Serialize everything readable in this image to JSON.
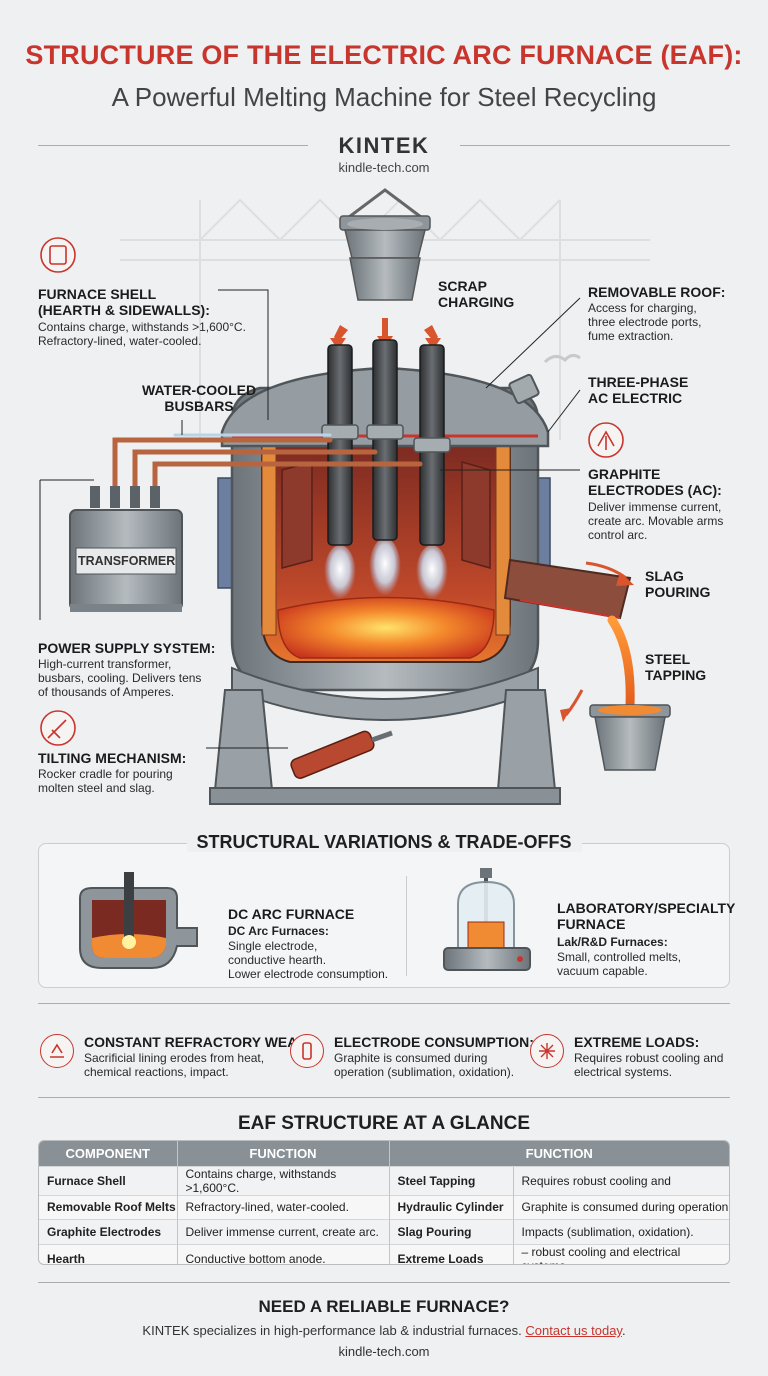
{
  "header": {
    "title": "STRUCTURE OF THE ELECTRIC ARC FURNACE (EAF):",
    "subtitle": "A Powerful Melting Machine for Steel Recycling",
    "brand": "KINTEK",
    "brand_url": "kindle-tech.com"
  },
  "labels": {
    "furnace_shell_title_1": "FURNACE SHELL",
    "furnace_shell_title_2": "(HEARTH & SIDEWALLS):",
    "furnace_shell_text_1": "Contains charge, withstands >1,600°C.",
    "furnace_shell_text_2": "Refractory-lined, water-cooled.",
    "busbars_1": "WATER-COOLED",
    "busbars_2": "BUSBARS",
    "transformer": "TRANSFORMER",
    "power_title": "POWER SUPPLY SYSTEM:",
    "power_text_1": "High-current transformer,",
    "power_text_2": "busbars, cooling. Delivers tens",
    "power_text_3": "of thousands of Amperes.",
    "tilting_title": "TILTING MECHANISM:",
    "tilting_text_1": "Rocker cradle for pouring",
    "tilting_text_2": "molten steel and slag.",
    "scrap_1": "SCRAP",
    "scrap_2": "CHARGING",
    "roof_title": "REMOVABLE ROOF:",
    "roof_text_1": "Access for charging,",
    "roof_text_2": "three electrode ports,",
    "roof_text_3": "fume extraction.",
    "threephase_1": "THREE-PHASE",
    "threephase_2": "AC ELECTRIC",
    "graphite_title_1": "GRAPHITE",
    "graphite_title_2": "ELECTRODES (AC):",
    "graphite_text_1": "Deliver immense current,",
    "graphite_text_2": "create arc. Movable arms",
    "graphite_text_3": "control arc.",
    "slag_1": "SLAG",
    "slag_2": "POURING",
    "steel_1": "STEEL",
    "steel_2": "TAPPING"
  },
  "variations": {
    "title": "STRUCTURAL VARIATIONS & TRADE-OFFS",
    "dc_title": "DC ARC FURNACE",
    "dc_sub": "DC Arc Furnaces:",
    "dc_text_1": "Single electrode,",
    "dc_text_2": "conductive hearth.",
    "dc_text_3": "Lower electrode consumption.",
    "lab_title_1": "LABORATORY/SPECIALTY",
    "lab_title_2": "FURNACE",
    "lab_sub": "Lak/R&D Furnaces:",
    "lab_text_1": "Small, controlled melts,",
    "lab_text_2": "vacuum capable."
  },
  "tradeoffs": [
    {
      "title": "CONSTANT REFRACTORY WEAR:",
      "text_1": "Sacrificial lining erodes from heat,",
      "text_2": "chemical reactions, impact."
    },
    {
      "title": "ELECTRODE CONSUMPTION:",
      "text_1": "Graphite is consumed during",
      "text_2": "operation (sublimation, oxidation)."
    },
    {
      "title": "EXTREME LOADS:",
      "text_1": "Requires robust cooling and",
      "text_2": "electrical systems."
    }
  ],
  "glance": {
    "title": "EAF STRUCTURE AT A GLANCE",
    "headers": [
      "COMPONENT",
      "FUNCTION",
      "FUNCTION"
    ],
    "rows": [
      [
        "Furnace Shell",
        "Contains charge, withstands >1,600°C.",
        "Steel Tapping",
        "Requires robust cooling and"
      ],
      [
        "Removable Roof Melts",
        "Refractory-lined, water-cooled.",
        "Hydraulic Cylinder",
        "Graphite is consumed during operation"
      ],
      [
        "Graphite Electrodes",
        "Deliver immense current, create arc.",
        "Slag Pouring",
        "Impacts (sublimation, oxidation)."
      ],
      [
        "Hearth",
        "Conductive bottom anode.",
        "Extreme Loads",
        "– robust cooling and electrical systems."
      ]
    ]
  },
  "cta": {
    "title": "NEED A RELIABLE FURNACE?",
    "text": "KINTEK specializes in high-performance lab & industrial furnaces.",
    "link": "Contact us today",
    "period": ".",
    "url": "kindle-tech.com"
  },
  "colors": {
    "accent": "#c8352d",
    "steel": "#8d959b",
    "molten": "#ee6a1f",
    "copper": "#c06a46"
  }
}
